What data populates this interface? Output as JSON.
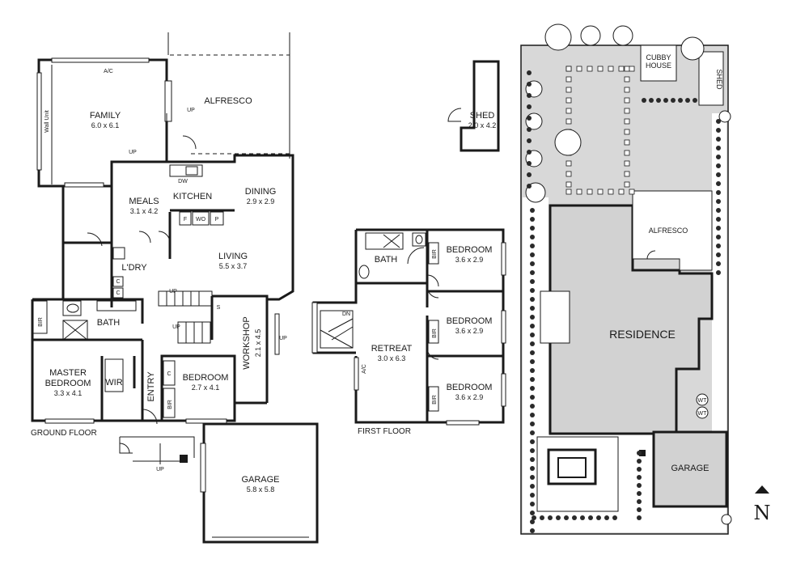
{
  "ground_floor": {
    "caption": "GROUND FLOOR",
    "rooms": {
      "family": {
        "name": "FAMILY",
        "size": "6.0 x 6.1"
      },
      "alfresco": {
        "name": "ALFRESCO"
      },
      "meals": {
        "name": "MEALS",
        "size": "3.1 x 4.2"
      },
      "kitchen": {
        "name": "KITCHEN"
      },
      "dining": {
        "name": "DINING",
        "size": "2.9 x 2.9"
      },
      "living": {
        "name": "LIVING",
        "size": "5.5 x 3.7"
      },
      "laundry": {
        "name": "L'DRY"
      },
      "bath": {
        "name": "BATH"
      },
      "master": {
        "name_line1": "MASTER",
        "name_line2": "BEDROOM",
        "size": "3.3 x 4.1"
      },
      "wir": {
        "name": "WIR"
      },
      "entry": {
        "name": "ENTRY"
      },
      "bedroom": {
        "name": "BEDROOM",
        "size": "2.7 x 4.1"
      },
      "workshop": {
        "name": "WORKSHOP",
        "size": "2.1 x 4.5"
      },
      "garage": {
        "name": "GARAGE",
        "size": "5.8 x 5.8"
      }
    },
    "marks": {
      "ac": "A/C",
      "wall_unit": "Wall Unit",
      "up": "UP",
      "dw": "DW",
      "f": "F",
      "wo": "WO",
      "p": "P",
      "c": "C",
      "s": "S",
      "bir": "BIR"
    }
  },
  "first_floor": {
    "caption": "FIRST FLOOR",
    "rooms": {
      "bath": {
        "name": "BATH"
      },
      "bedroom1": {
        "name": "BEDROOM",
        "size": "3.6 x 2.9"
      },
      "bedroom2": {
        "name": "BEDROOM",
        "size": "3.6 x 2.9"
      },
      "bedroom3": {
        "name": "BEDROOM",
        "size": "3.6 x 2.9"
      },
      "retreat": {
        "name": "RETREAT",
        "size": "3.0 x 6.3"
      }
    },
    "marks": {
      "dn": "DN",
      "ac": "A/C",
      "bir": "BIR"
    }
  },
  "shed": {
    "name": "SHED",
    "size": "2.0 x 4.2"
  },
  "site_plan": {
    "residence": "RESIDENCE",
    "alfresco": "ALFRESCO",
    "garage": "GARAGE",
    "cubby_line1": "CUBBY",
    "cubby_line2": "HOUSE",
    "shed": "SHED",
    "wt": "WT"
  },
  "north_arrow": "N"
}
